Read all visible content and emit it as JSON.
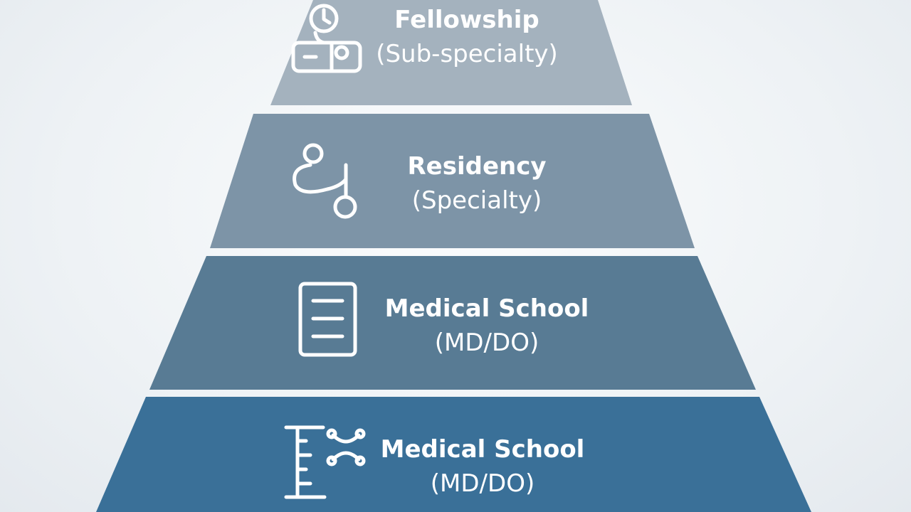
{
  "diagram": {
    "type": "pyramid",
    "colors": {
      "band": "#ffffff",
      "icon_stroke": "#ffffff",
      "text": "#ffffff"
    },
    "tiers": [
      {
        "title": "Fellowship",
        "subtitle": "(Sub-specialty)",
        "icon": "stethoscope-monitor-icon",
        "color": "#a4b2be"
      },
      {
        "title": "Residency",
        "subtitle": "(Specialty)",
        "icon": "stethoscope-person-icon",
        "color": "#7d94a7"
      },
      {
        "title": "Medical School",
        "subtitle": "(MD/DO)",
        "icon": "document-icon",
        "color": "#587b94"
      },
      {
        "title": "Medical School",
        "subtitle": "(MD/DO)",
        "icon": "dna-ruler-icon",
        "color": "#3a7098"
      }
    ]
  }
}
